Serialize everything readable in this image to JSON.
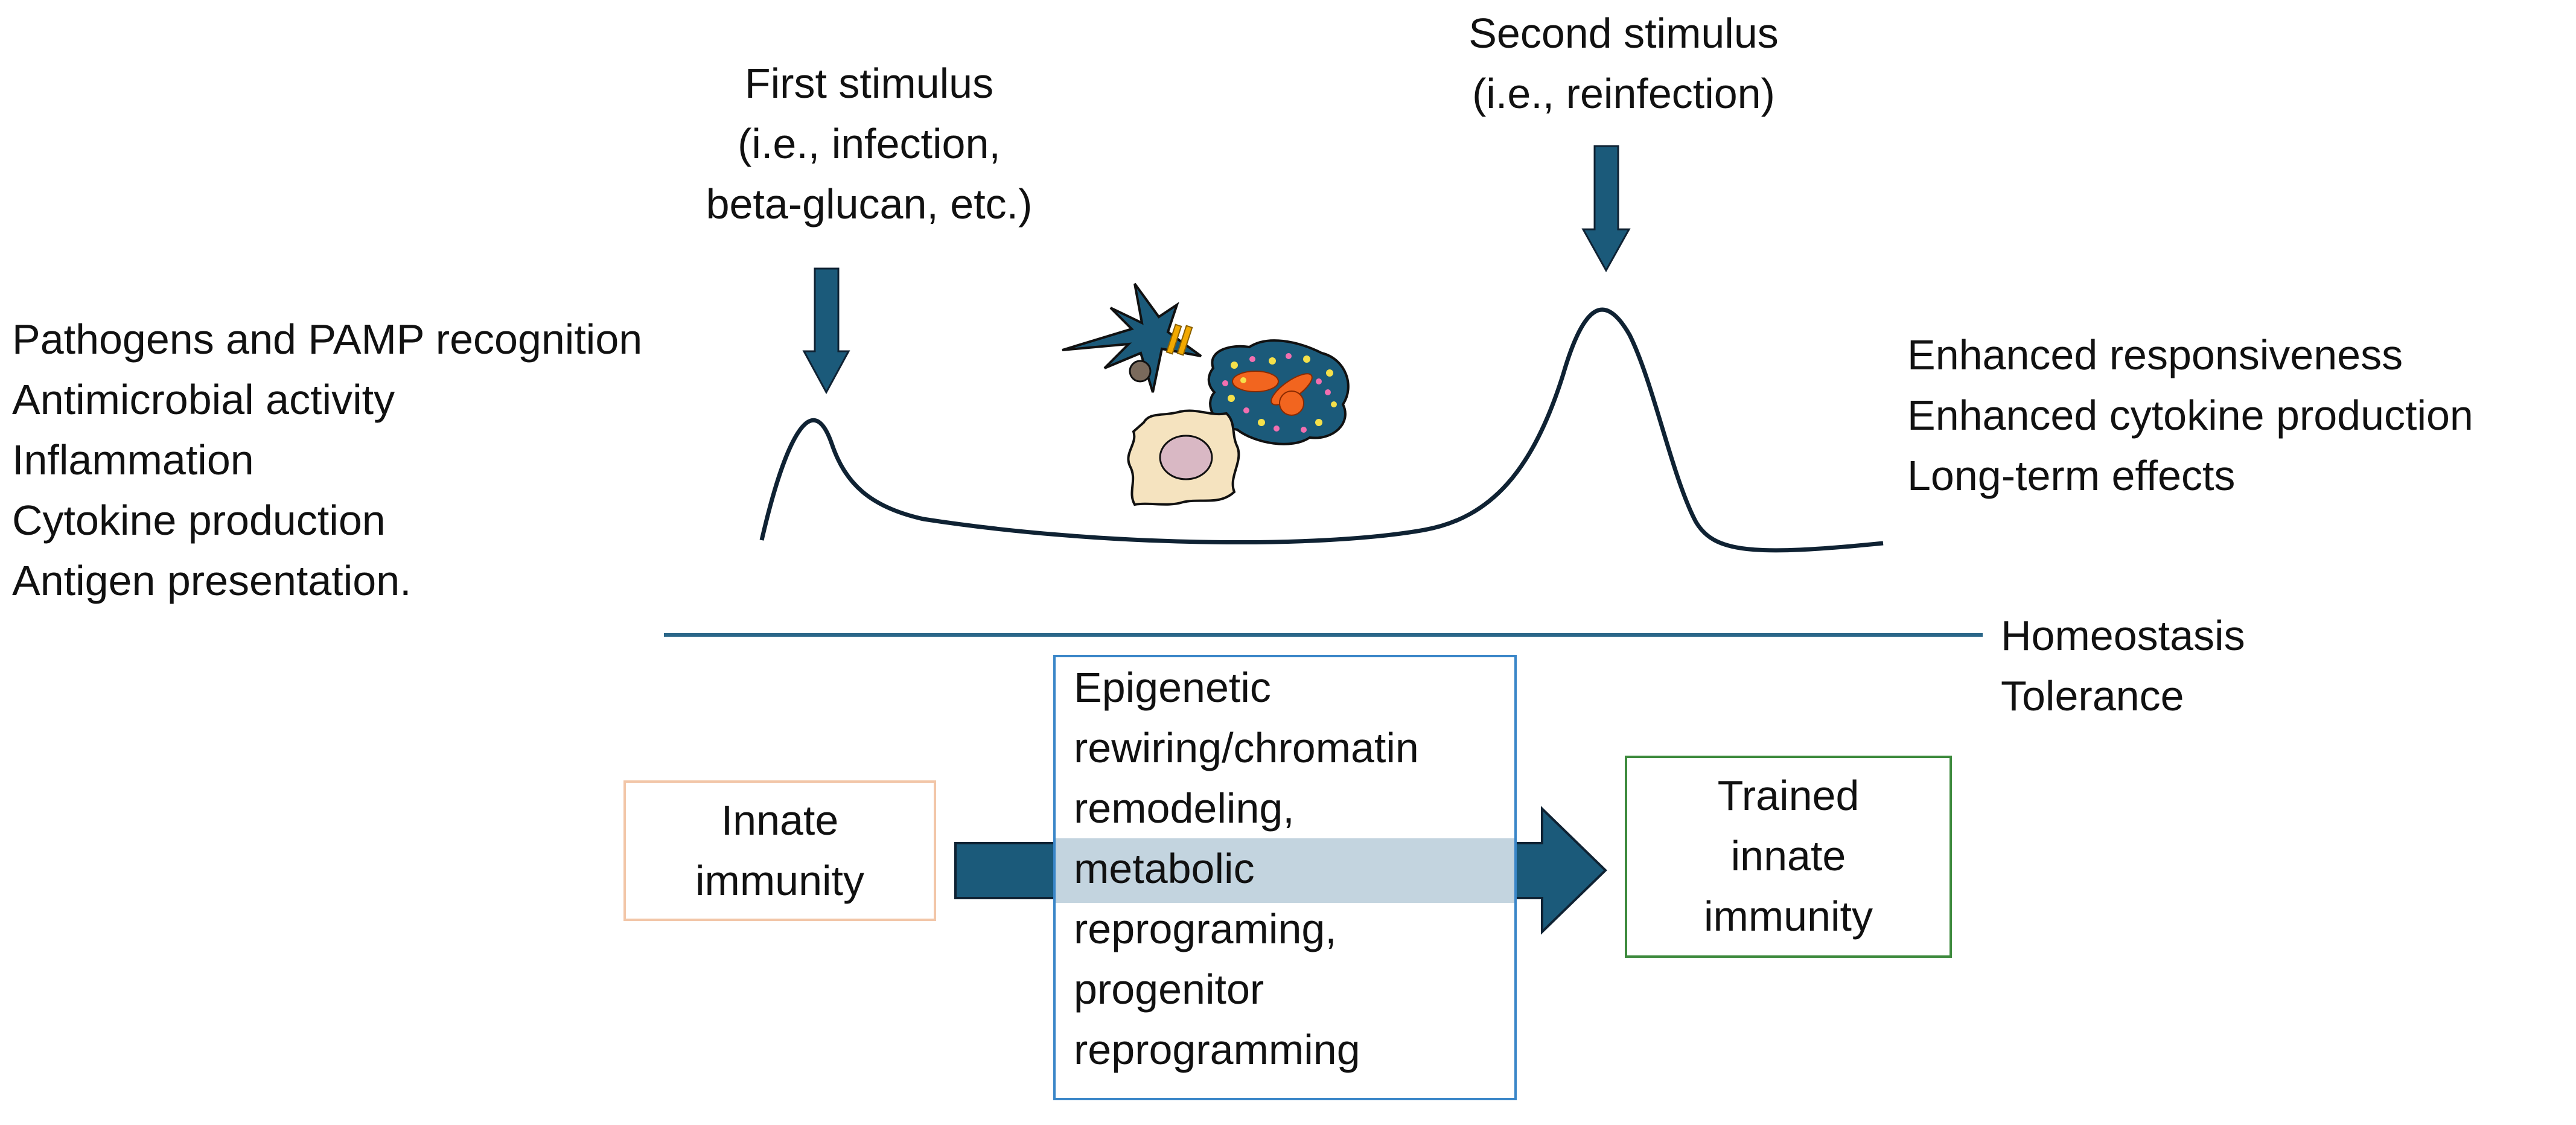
{
  "first_stimulus": [
    "First stimulus",
    "(i.e., infection,",
    "beta-glucan, etc.)"
  ],
  "second_stimulus": [
    "Second stimulus",
    "(i.e., reinfection)"
  ],
  "left_functions": [
    "Pathogens and PAMP recognition",
    "Antimicrobial activity",
    "Inflammation",
    "Cytokine production",
    "Antigen presentation."
  ],
  "right_effects": [
    "Enhanced responsiveness",
    "Enhanced cytokine production",
    "Long-term effects"
  ],
  "baseline_labels": [
    "Homeostasis",
    "Tolerance"
  ],
  "innate_box": [
    "Innate",
    "immunity"
  ],
  "trained_box": [
    "Trained",
    "innate",
    "immunity"
  ],
  "mechanism_box": [
    "Epigenetic",
    "rewiring/chromatin",
    "remodeling,",
    "metabolic",
    "reprograming,",
    "progenitor",
    "reprogramming"
  ],
  "colors": {
    "arrow": "#1b5a7a",
    "curve": "#0f2233",
    "baseline": "#2a6688",
    "innate_border": "#f2c6a8",
    "mechanism_border": "#3a86c8",
    "trained_border": "#3d8a3d",
    "highlight": "#c3d4df"
  },
  "icons": [
    "dendritic-cell-icon",
    "granulocyte-icon",
    "macrophage-icon"
  ]
}
